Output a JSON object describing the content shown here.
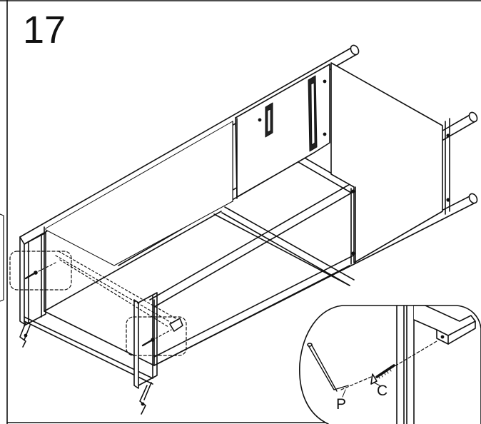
{
  "step": {
    "number": "17"
  },
  "callouts": {
    "p": "P",
    "c": "C"
  },
  "colors": {
    "line": "#111111",
    "panel": "#ffffff",
    "shade": "#d9d9d9"
  }
}
